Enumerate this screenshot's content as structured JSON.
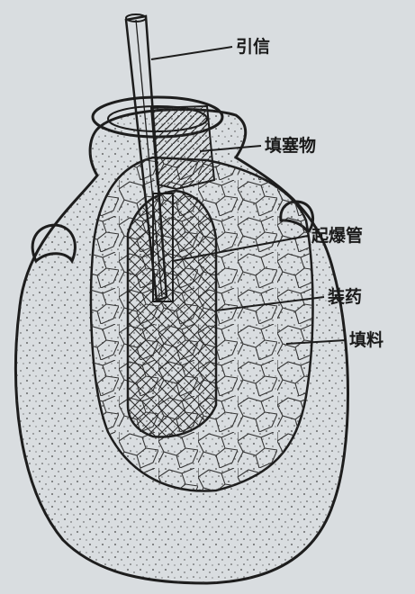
{
  "diagram": {
    "labels": {
      "fuse": "引信",
      "plug": "填塞物",
      "detonator": "起爆管",
      "charge": "装药",
      "filler": "填料"
    },
    "colors": {
      "paper": "#d9dde0",
      "ink": "#1d1d1d",
      "jar_body": "#d7d9d6",
      "hatch": "#2a2a2a"
    }
  }
}
